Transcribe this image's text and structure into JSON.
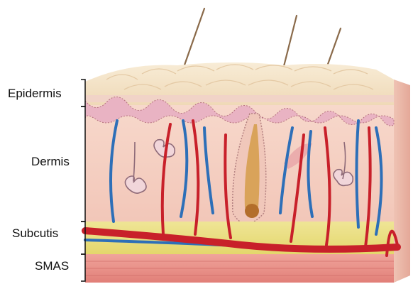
{
  "diagram": {
    "labels": {
      "epidermis": "Epidermis",
      "dermis": "Dermis",
      "subcutis": "Subcutis",
      "smas": "SMAS"
    },
    "colors": {
      "epidermis_top": "#f3e2c7",
      "dermis": "#f6d2c4",
      "papillary": "#eab4c4",
      "fat": "#e9df7c",
      "smas": "#e98f8f",
      "artery": "#c8202a",
      "vein": "#2d6fb8",
      "hair": "#8a6a4a",
      "bracket": "#111111"
    }
  }
}
